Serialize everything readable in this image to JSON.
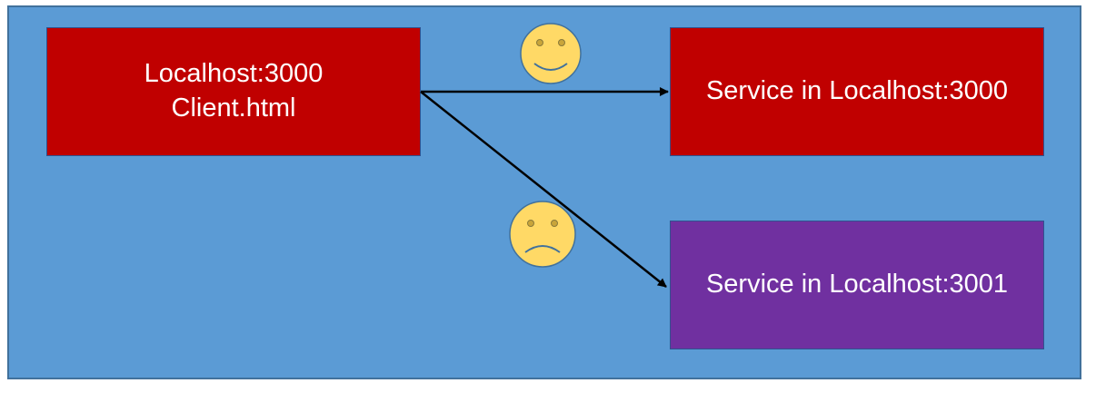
{
  "diagram": {
    "client": {
      "line1": "Localhost:3000",
      "line2": "Client.html"
    },
    "service_same_origin": {
      "label": "Service in Localhost:3000"
    },
    "service_other_origin": {
      "label": "Service in Localhost:3001"
    },
    "connections": [
      {
        "from": "client",
        "to": "service_same_origin",
        "indicator": "happy-face-icon"
      },
      {
        "from": "client",
        "to": "service_other_origin",
        "indicator": "sad-face-icon"
      }
    ],
    "colors": {
      "background": "#5b9bd5",
      "same_origin_box": "#c00000",
      "other_origin_box": "#7030a0",
      "face_fill": "#ffd966",
      "arrow": "#000000"
    }
  }
}
